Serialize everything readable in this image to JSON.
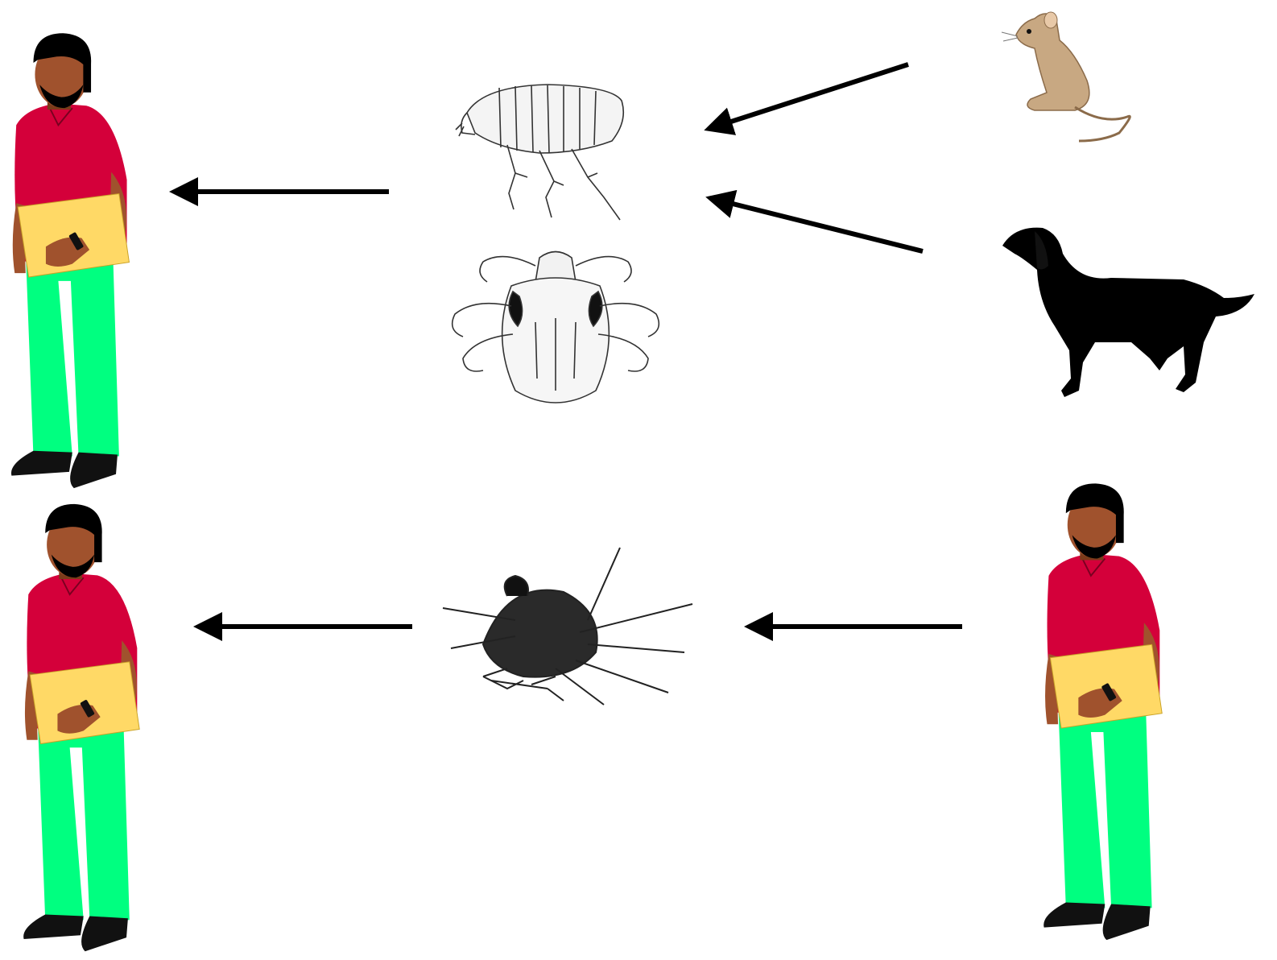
{
  "diagram": {
    "nodes": [
      {
        "id": "human-top-left",
        "icon": "human-icon"
      },
      {
        "id": "human-bottom-left",
        "icon": "human-icon"
      },
      {
        "id": "human-bottom-right",
        "icon": "human-icon"
      },
      {
        "id": "flea",
        "icon": "flea-icon"
      },
      {
        "id": "tick",
        "icon": "tick-icon"
      },
      {
        "id": "mosquito",
        "icon": "mosquito-icon"
      },
      {
        "id": "rodent",
        "icon": "rodent-icon"
      },
      {
        "id": "dog",
        "icon": "dog-icon"
      }
    ],
    "edges": [
      {
        "from": "rodent",
        "to": "flea"
      },
      {
        "from": "dog",
        "to": "tick"
      },
      {
        "from": "flea-and-tick",
        "to": "human-top-left"
      },
      {
        "from": "human-bottom-right",
        "to": "mosquito"
      },
      {
        "from": "mosquito",
        "to": "human-bottom-left"
      }
    ]
  },
  "colors": {
    "shirt": "#d4003a",
    "pants": "#00ff80",
    "folder": "#ffd966",
    "skin": "#a0522d",
    "hair": "#000000",
    "arrow": "#000000",
    "rodent": "#c8a882"
  }
}
